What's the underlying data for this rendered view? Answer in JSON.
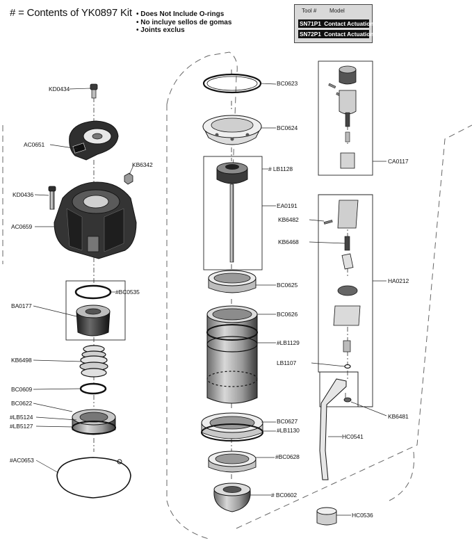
{
  "header": {
    "title": "# = Contents of YK0897 Kit",
    "notes": [
      "• Does Not Include O-rings",
      "• No incluye sellos de gomas",
      "• Joints exclus"
    ]
  },
  "model_table": {
    "col_tool": "Tool #",
    "col_model": "Model",
    "rows": [
      {
        "tool": "SN71P1",
        "model": "Contact Actuation"
      },
      {
        "tool": "SN72P1",
        "model": "Contact Actuation"
      }
    ]
  },
  "parts": {
    "KD0434": "KD0434",
    "AC0651": "AC0651",
    "KB6342": "KB6342",
    "KD0436": "KD0436",
    "AC0659": "AC0659",
    "BC0535": "#BC0535",
    "BA0177": "BA0177",
    "KB6498": "KB6498",
    "BC0609": "BC0609",
    "BC0622": "BC0622",
    "LB5124": "#LB5124",
    "LB5127": "#LB5127",
    "AC0653": "#AC0653",
    "BC0623": "BC0623",
    "BC0624": "BC0624",
    "LB1128": "# LB1128",
    "EA0191": "EA0191",
    "BC0625": "BC0625",
    "BC0626": "BC0626",
    "LB1129": "#LB1129",
    "BC0627": "BC0627",
    "LB1130": "#LB1130",
    "BC0628": "#BC0628",
    "BC0602": "# BC0602",
    "CA0117": "CA0117",
    "KB6482": "KB6482",
    "KB6468": "KB6468",
    "HA0212": "HA0212",
    "LB1107": "LB1107",
    "KB6481": "KB6481",
    "HC0541": "HC0541",
    "HC0536": "HC0536"
  }
}
